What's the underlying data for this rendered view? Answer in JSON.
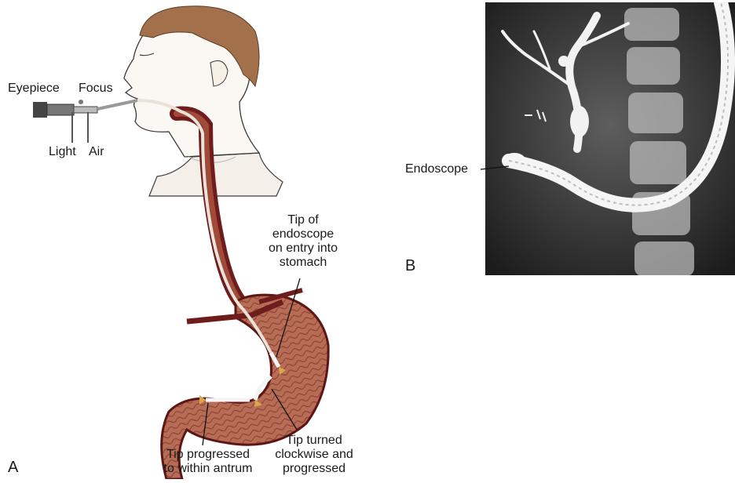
{
  "panel_a": {
    "letter": "A",
    "labels": {
      "eyepiece": "Eyepiece",
      "focus": "Focus",
      "light": "Light",
      "air": "Air",
      "tip_entry_1": "Tip of",
      "tip_entry_2": "endoscope",
      "tip_entry_3": "on entry into",
      "tip_entry_4": "stomach",
      "tip_turned_1": "Tip turned",
      "tip_turned_2": "clockwise and",
      "tip_turned_3": "progressed",
      "tip_progressed_1": "Tip progressed",
      "tip_progressed_2": "to within antrum"
    }
  },
  "panel_b": {
    "letter": "B",
    "labels": {
      "endoscope": "Endoscope"
    }
  },
  "colors": {
    "lumen": "#7a2020",
    "mucosa": "#b9705a",
    "skin_line": "#3a3a3a",
    "hair": "#9a6a45",
    "xray_bg": "#2a2a2a"
  }
}
